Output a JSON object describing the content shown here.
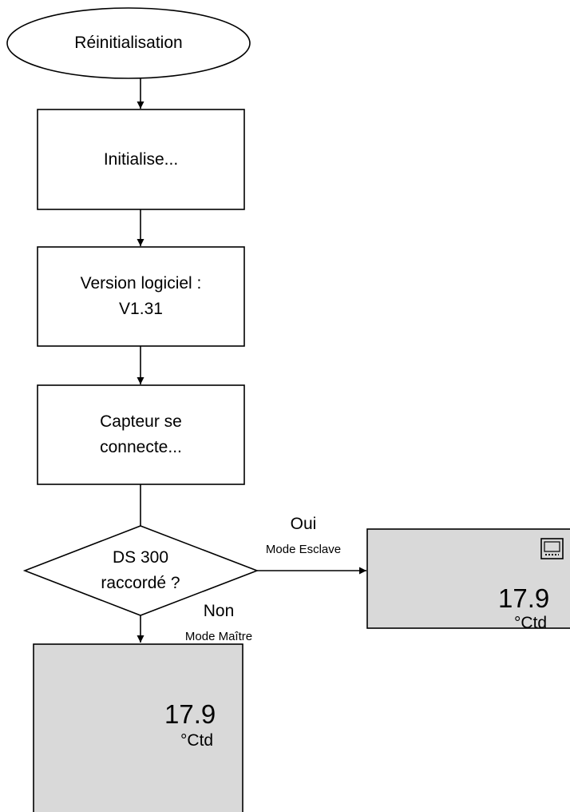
{
  "flowchart": {
    "start": {
      "label": "Réinitialisation"
    },
    "step_initialise": {
      "label": "Initialise..."
    },
    "step_version": {
      "line1": "Version logiciel :",
      "line2": "V1.31"
    },
    "step_sensor": {
      "line1": "Capteur se",
      "line2": "connecte..."
    },
    "decision": {
      "line1": "DS 300",
      "line2": "raccordé ?"
    },
    "branch_yes": {
      "label": "Oui",
      "mode": "Mode Esclave"
    },
    "branch_no": {
      "label": "Non",
      "mode": "Mode Maître"
    },
    "display_slave": {
      "value": "17.9",
      "unit": "°Ctd",
      "icon": "display-icon"
    },
    "display_master": {
      "value": "17.9",
      "unit": "°Ctd"
    }
  },
  "colors": {
    "line": "#000000",
    "box_fill": "#ffffff",
    "display_fill": "#d9d9d9"
  }
}
